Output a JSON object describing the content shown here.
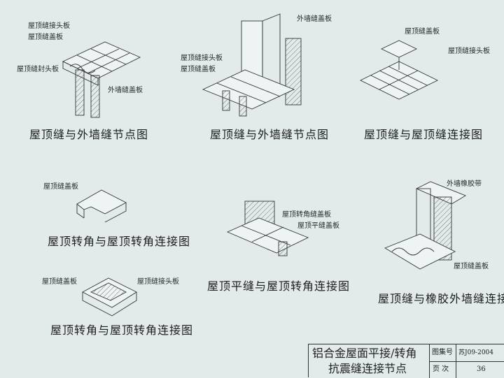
{
  "figures": [
    {
      "caption": "屋顶缝与外墙缝节点图",
      "labels": [
        "屋顶缝接头板",
        "屋顶缝盖板",
        "屋顶缝封头板",
        "外墙缝盖板"
      ]
    },
    {
      "caption": "屋顶缝与外墙缝节点图",
      "labels": [
        "外墙缝盖板",
        "屋顶缝接头板",
        "屋顶缝盖板"
      ]
    },
    {
      "caption": "屋顶缝与屋顶缝连接图",
      "labels": [
        "屋顶缝盖板",
        "屋顶缝接头板"
      ]
    },
    {
      "caption": "屋顶转角与屋顶转角连接图",
      "labels": [
        "屋顶缝盖板"
      ]
    },
    {
      "caption": "屋顶平缝与屋顶转角连接图",
      "labels": [
        "屋顶转角缝盖板",
        "屋顶平缝盖板"
      ]
    },
    {
      "caption": "屋顶缝与橡胶外墙缝连接图",
      "labels": [
        "外墙橡胶带",
        "屋顶缝盖板"
      ]
    },
    {
      "caption": "屋顶转角与屋顶转角连接图",
      "labels": [
        "屋顶缝盖板",
        "屋顶缝接头板"
      ]
    }
  ],
  "title_block": {
    "title_line1": "铝合金屋面平接/转角",
    "title_line2": "抗震缝连接节点",
    "atlas_label": "图集号",
    "atlas_value": "苏J09-2004",
    "page_label": "页 次",
    "page_value": "36"
  }
}
